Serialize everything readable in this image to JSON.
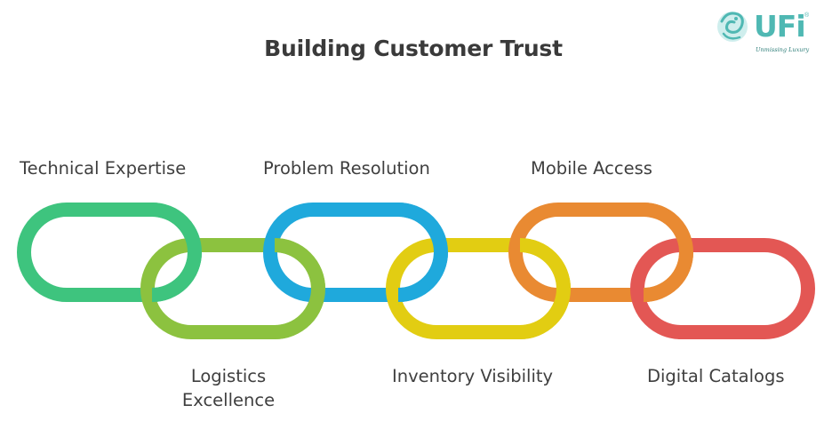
{
  "diagram": {
    "title": "Building Customer Trust",
    "links": [
      {
        "label": "Technical Expertise",
        "color": "#3ec47e"
      },
      {
        "label": "Logistics Excellence",
        "label_lines": [
          "Logistics",
          "Excellence"
        ],
        "color": "#8cc23f"
      },
      {
        "label": "Problem Resolution",
        "color": "#1fa9dc"
      },
      {
        "label": "Inventory Visibility",
        "color": "#e2cd12"
      },
      {
        "label": "Mobile Access",
        "color": "#e98a32"
      },
      {
        "label": "Digital Catalogs",
        "color": "#e35754"
      }
    ]
  },
  "logo": {
    "text": "UFi",
    "registered": "®",
    "tagline": "Unmissing Luxury",
    "color": "#4fb8b3"
  }
}
